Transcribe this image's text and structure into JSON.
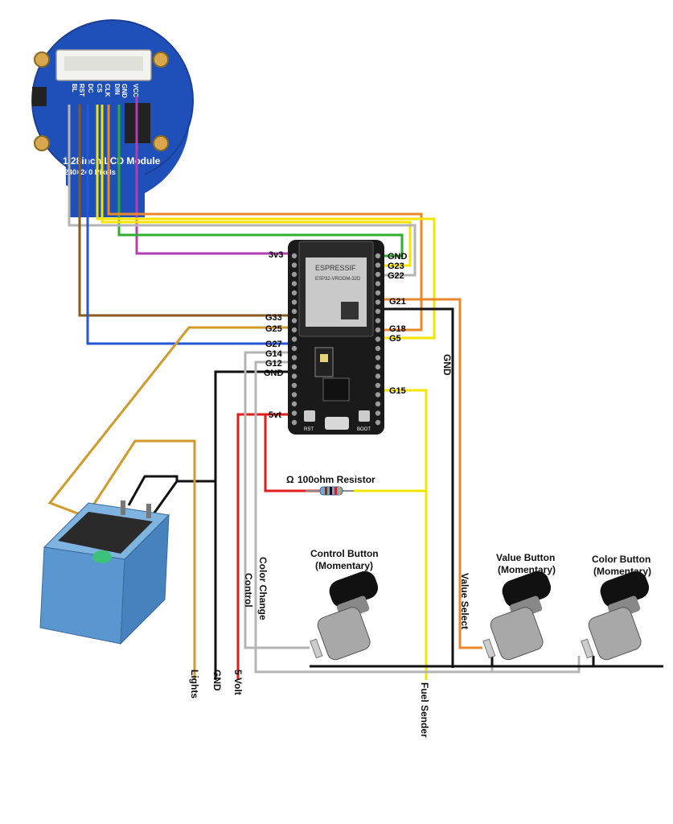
{
  "lcd": {
    "title": "1.28inch LCD Module",
    "subtitle": "240×240 Pixels",
    "pins": [
      "BL",
      "RST",
      "DC",
      "CS",
      "CLK",
      "DIN",
      "GND",
      "VCC"
    ]
  },
  "esp32": {
    "brand": "ESPRESSIF",
    "model": "ESP32-VROOM-32D",
    "btn_rst": "RST",
    "btn_boot": "BOOT"
  },
  "pins": {
    "p3v3": "3v3",
    "gnd_top": "GND",
    "g23": "G23",
    "g22": "G22",
    "g21": "G21",
    "g33": "G33",
    "g25": "G25",
    "g18": "G18",
    "g5": "G5",
    "g27": "G27",
    "g14": "G14",
    "g12": "G12",
    "gnd_left": "GND",
    "g15": "G15",
    "p5v": "5vt"
  },
  "labels": {
    "resistor_symbol": "Ω",
    "resistor": "100ohm Resistor",
    "gnd_vertical": "GND",
    "control_button": [
      "Control Button",
      "(Momentary)"
    ],
    "value_button": [
      "Value Button",
      "(Momentary)"
    ],
    "color_button": [
      "Color Button",
      "(Momentary)"
    ],
    "value_select": "Value Select",
    "color_change": "Color Change",
    "control": "Control",
    "lights": "Lights",
    "gnd_bottom": "GND",
    "five_volt": "5 Volt",
    "fuel_sender": "Fuel Sender"
  },
  "colors": {
    "orange": "#e8882a",
    "yellow": "#f5e400",
    "green": "#2fae2f",
    "magenta": "#b43cb4",
    "brown": "#8a5a1c",
    "blue": "#2456d8",
    "gray": "#b4b4b4",
    "black": "#111111",
    "red": "#e01c1c",
    "gold": "#d29a2a"
  }
}
